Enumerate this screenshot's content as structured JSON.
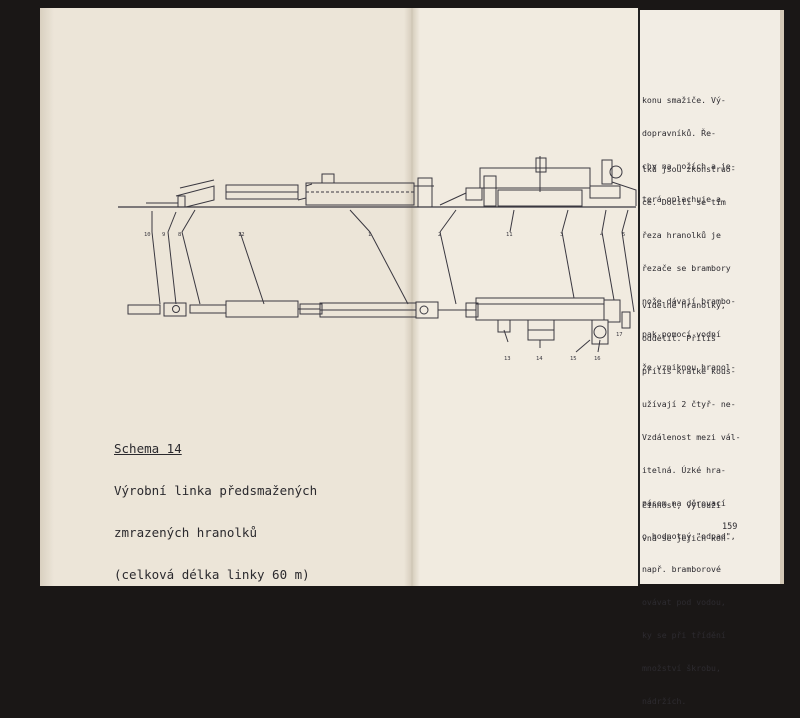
{
  "caption": {
    "title": "Schema 14",
    "lines": [
      "Výrobní linka předsmažených",
      "zmrazených hranolků",
      "(celková délka linky 60 m)"
    ]
  },
  "callouts_top": [
    "10",
    "9",
    "8",
    "12",
    "1",
    "2",
    "11",
    "3",
    "4",
    "5"
  ],
  "callouts_bottom": [
    "13",
    "14",
    "15",
    "16",
    "17"
  ],
  "right_text": {
    "block1": [
      "konu smažiče. Vý-",
      "dopravníků. Ře-",
      "chy na nožích a je-",
      "terá oplachuje a"
    ],
    "block2": [
      "lků jsou zkonstruo-",
      "ce. Docílí se tím",
      "řeza hranolků je",
      "řezače se brambory",
      "nože dávají brambo-",
      "pak pomocí vodní",
      "že vzniknou hranol-"
    ],
    "block3": [
      "videlné hranolky,",
      "oddělit. Příliš",
      "příliš krátké kous-",
      "užívají 2 čtyř- ne-",
      "Vzdálenost mezi vál-",
      "itelná. Úzké hra-",
      "pásem na děrovací",
      "o hodnotný \"odpad\",",
      "např. bramborové",
      "ovávat pod vodou,",
      "ky se při třídění",
      "množství škrobu,",
      "nádržích."
    ],
    "block4": [
      "činnost, vylouží",
      "vná se jejich kon-"
    ]
  },
  "page_number": "159"
}
